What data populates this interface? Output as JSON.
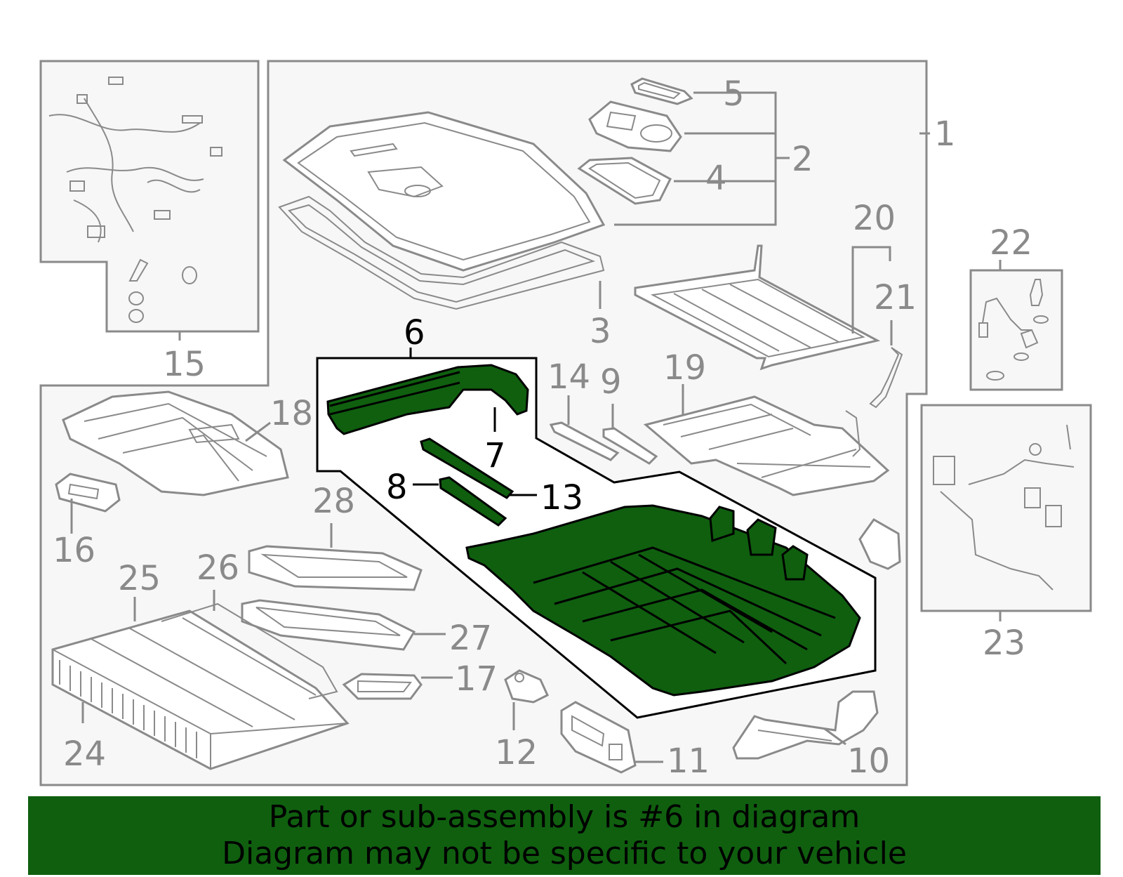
{
  "colors": {
    "highlight": "#0f5f0f",
    "part_outline": "#8a8a8a",
    "panel_fill": "#f7f7f7",
    "selected_outline": "#000000"
  },
  "callouts": {
    "c1": "1",
    "c2": "2",
    "c3": "3",
    "c4": "4",
    "c5": "5",
    "c6": "6",
    "c7": "7",
    "c8": "8",
    "c9": "9",
    "c10": "10",
    "c11": "11",
    "c12": "12",
    "c13": "13",
    "c14": "14",
    "c15": "15",
    "c16": "16",
    "c17": "17",
    "c18": "18",
    "c19": "19",
    "c20": "20",
    "c21": "21",
    "c22": "22",
    "c23": "23",
    "c24": "24",
    "c25": "25",
    "c26": "26",
    "c27": "27",
    "c28": "28"
  },
  "selected_part": "6",
  "banner": {
    "line1": "Part or sub-assembly is #6 in diagram",
    "line2": "Diagram may not be specific to your vehicle"
  }
}
